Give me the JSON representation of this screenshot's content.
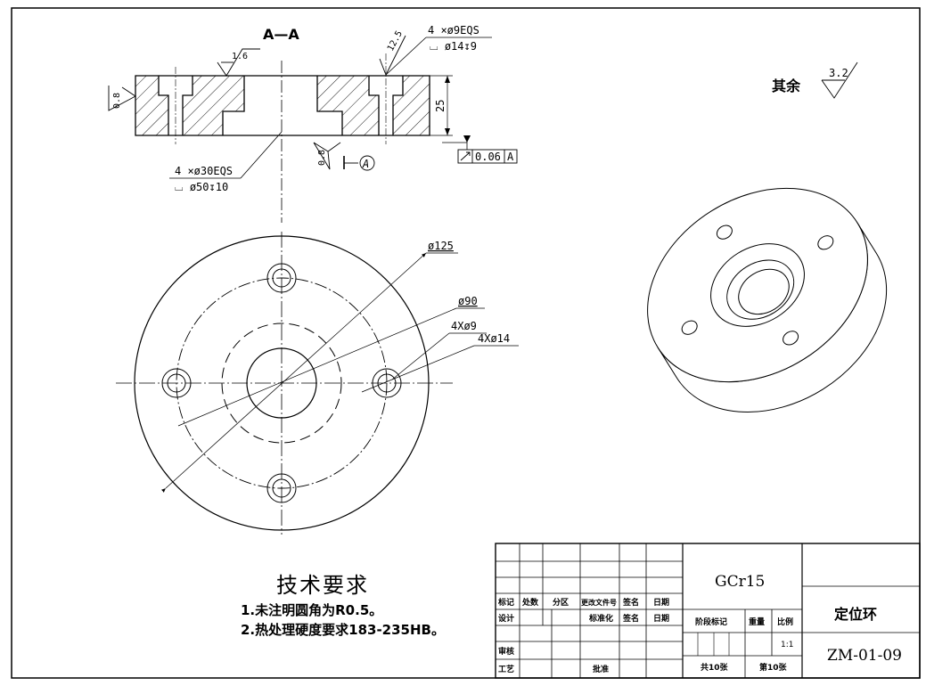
{
  "section_view": {
    "title": "A—A",
    "roughness_top": "1.6",
    "roughness_left": "0.8",
    "roughness_bottom": "0.8",
    "roughness_hole": "12.5",
    "hole_callout_small": "4 ×ø9EQS",
    "hole_callout_small_cbore": "⌴ ø14↧9",
    "hole_callout_large": "4 ×ø30EQS",
    "hole_callout_large_cbore": "⌴ ø50↧10",
    "thickness": "25",
    "datum_label": "A",
    "tolerance_value": "0.06",
    "tolerance_datum": "A"
  },
  "plan_view": {
    "dia_outer": "ø125",
    "dia_pcd": "ø90",
    "holes_through": "4Xø9",
    "holes_cbore": "4Xø14"
  },
  "roughness_other": {
    "label": "其余",
    "value": "3.2"
  },
  "tech_requirements": {
    "title": "技术要求",
    "items": [
      "1.未注明圆角为R0.5。",
      "2.热处理硬度要求183-235HB。"
    ]
  },
  "title_block": {
    "material": "GCr15",
    "part_name": "定位环",
    "drawing_no": "ZM-01-09",
    "scale": "1:1",
    "sheets_total": "共10张",
    "sheet_no": "第10张",
    "headers_row1": [
      "标记",
      "处数",
      "分区",
      "更改文件号",
      "签名",
      "日期"
    ],
    "design_label": "设计",
    "standard_label": "标准化",
    "sign_label": "签名",
    "date_label": "日期",
    "stage_label": "阶段标记",
    "weight_label": "重量",
    "scale_label": "比例",
    "review_label": "审核",
    "process_label": "工艺",
    "approve_label": "批准"
  }
}
